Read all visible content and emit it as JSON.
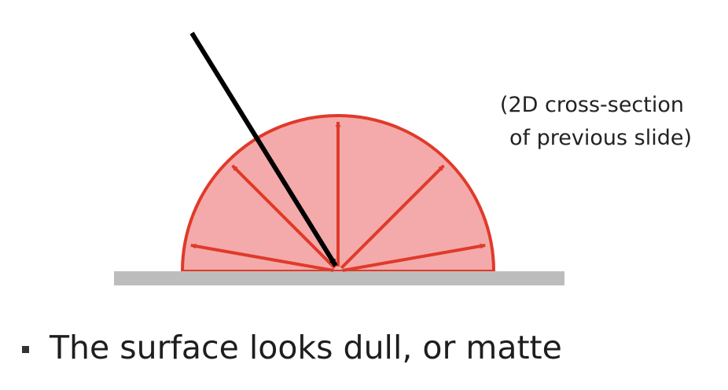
{
  "caption": {
    "line1": "(2D cross-section",
    "line2": "of previous slide)"
  },
  "bullets": [
    {
      "text": "The surface looks dull, or matte"
    }
  ],
  "colors": {
    "lobe_fill": "#f4aaaa",
    "lobe_stroke": "#e03a2a",
    "reflected_ray": "#e03a2a",
    "incident_ray": "#000000",
    "surface": "#bdbdbd"
  },
  "diagram": {
    "reflected_ray_angles_deg": [
      10,
      45,
      90,
      135,
      170
    ]
  }
}
